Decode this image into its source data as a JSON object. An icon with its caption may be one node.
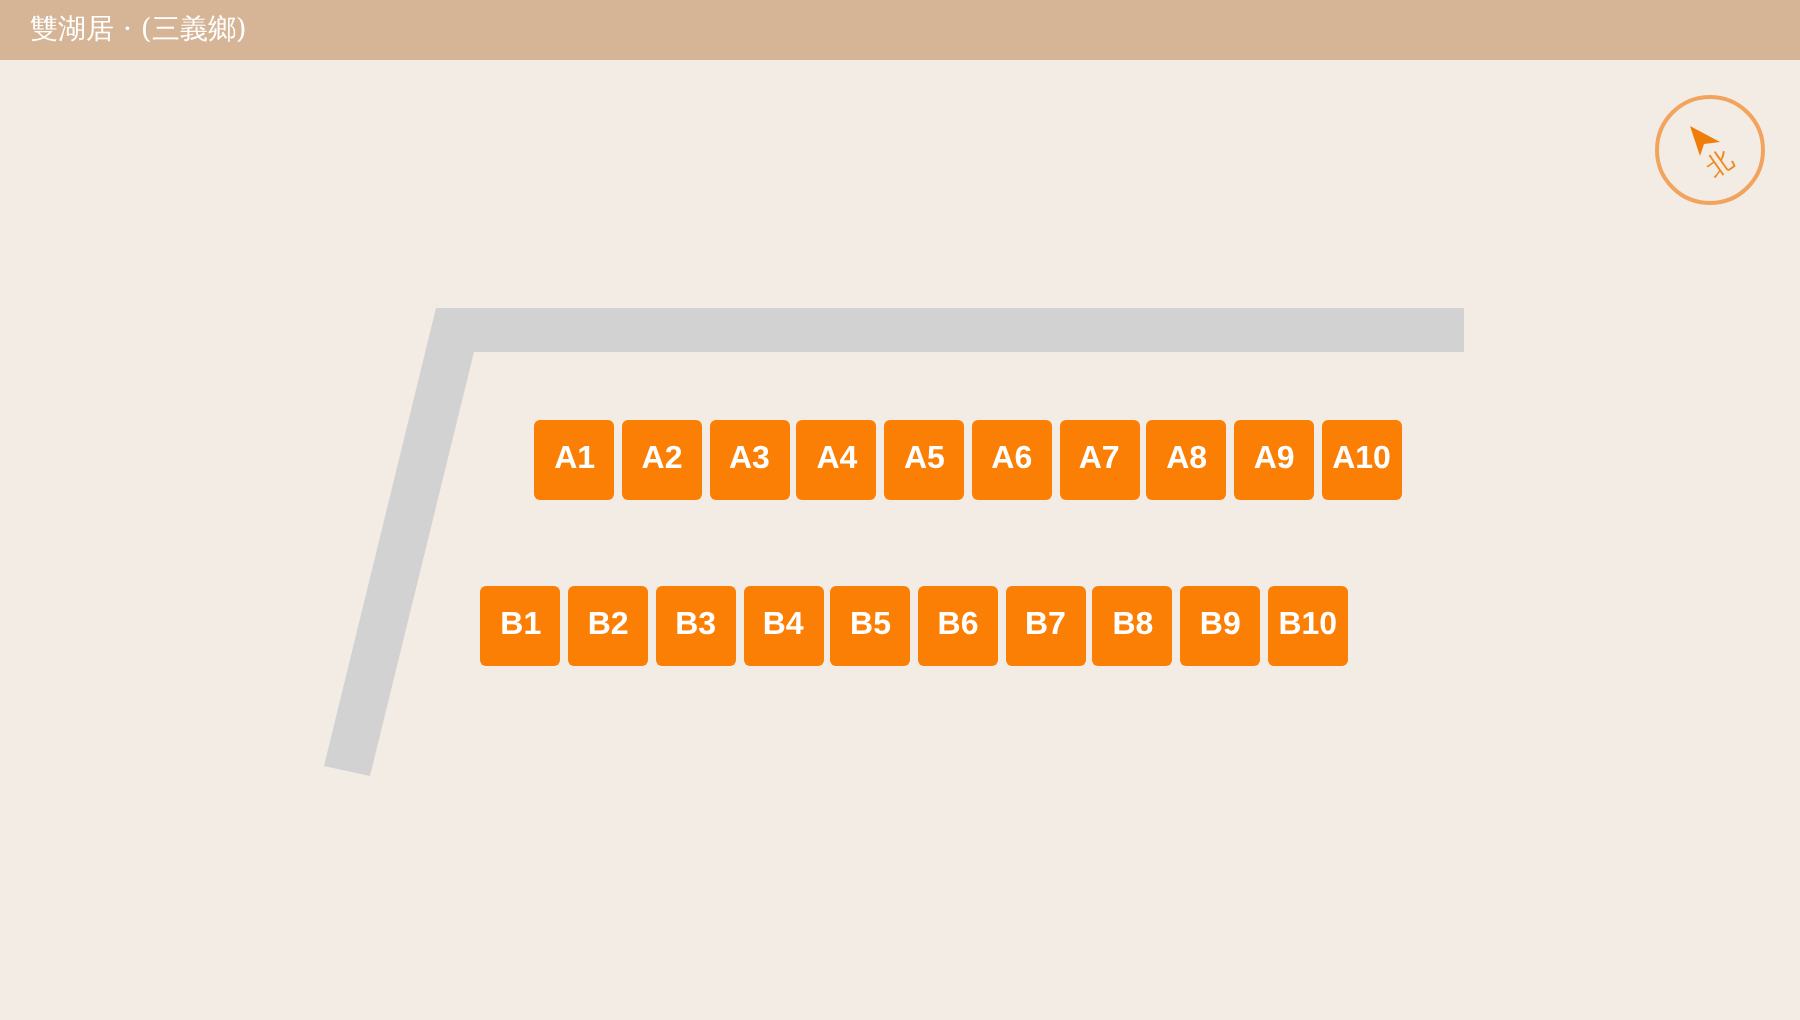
{
  "diagram": {
    "title": "雙湖居 · (三義鄉)",
    "nodes": [
      {
        "text": [
          "A1"
        ]
      },
      {
        "text": [
          "A2"
        ]
      },
      {
        "text": [
          "A3"
        ]
      },
      {
        "text": [
          "A4"
        ]
      },
      {
        "text": [
          "A5"
        ]
      },
      {
        "text": [
          "A6"
        ]
      },
      {
        "text": [
          "A7"
        ]
      },
      {
        "text": [
          "A8"
        ]
      },
      {
        "text": [
          "A9"
        ]
      },
      {
        "text": [
          "A10"
        ]
      },
      {
        "text": [
          "B1"
        ]
      },
      {
        "text": [
          "B2"
        ]
      },
      {
        "text": [
          "B3"
        ]
      },
      {
        "text": [
          "B4"
        ]
      },
      {
        "text": [
          "B5"
        ]
      },
      {
        "text": [
          "B6"
        ]
      },
      {
        "text": [
          "B7"
        ]
      },
      {
        "text": [
          "B8"
        ]
      },
      {
        "text": [
          "B9"
        ]
      },
      {
        "text": [
          "B10"
        ]
      }
    ],
    "labels": [
      "北"
    ]
  }
}
